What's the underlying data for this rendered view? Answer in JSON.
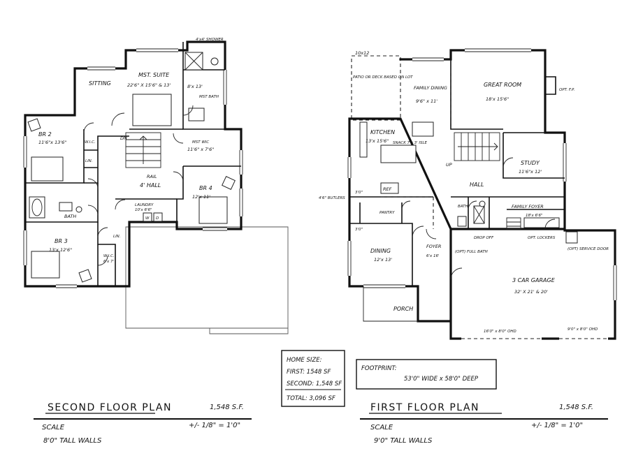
{
  "second_floor": {
    "rooms": {
      "sitting": "SITTING",
      "mst_suite": "MST. SUITE",
      "mst_suite_dim": "22'6\" X 15'6\" & 13'",
      "shower": "4'x4' SHOWER",
      "mst_bath_dim": "8'x 13'",
      "mst_bath": "MST BATH",
      "mst_wic_dim": "11'6\" x 7'6\"",
      "mst_wic": "MST WIC",
      "br2": "BR 2",
      "br2_dim": "11'6\"x 13'6\"",
      "wic_small": "W.I.C.",
      "lin": "LIN.",
      "dn": "DN",
      "rail": "RAIL",
      "hall": "4' HALL",
      "br4": "BR 4",
      "br4_dim": "12'x 11'",
      "bath": "BATH",
      "laundry": "LAUNDRY",
      "laundry_dim": "10'x 6'6\"",
      "w": "W",
      "d": "D",
      "br3": "BR 3",
      "br3_dim": "13'x 12'6\"",
      "lin2": "LIN.",
      "wic3": "W.I.C.",
      "wic3_dim": "6'x 7'"
    },
    "title": "SECOND FLOOR PLAN",
    "area": "1,548 S.F.",
    "scale_label": "SCALE",
    "scale_value": "+/- 1/8\" = 1'0\"",
    "walls_note": "8'0\" TALL WALLS"
  },
  "first_floor": {
    "rooms": {
      "deck_dim": "10x12",
      "deck": "PATIO OR DECK BASED ON LOT",
      "family_dining": "FAMILY DINING",
      "family_dining_dim": "9'6\" x 11'",
      "great_room": "GREAT ROOM",
      "great_room_dim": "18'x 15'6\"",
      "fireplace": "OPT. F.P.",
      "kitchen": "KITCHEN",
      "kitchen_dim": "13'x 15'6\"",
      "snack": "SNACK 7'x 3' ISLE",
      "study": "STUDY",
      "study_dim": "11'6\"x 12'",
      "hall": "HALL",
      "up": "UP",
      "ref": "REF",
      "pantry": "PANTRY",
      "butlers": "4'6\" BUTLERS",
      "dining": "DINING",
      "dining_dim": "12'x 13'",
      "foyer": "FOYER",
      "foyer_dim": "6'x 16'",
      "full_bath": "(OPT) FULL BATH",
      "bath": "BATH",
      "drop_off": "DROP OFF",
      "family_foyer": "FAMILY FOYER",
      "family_foyer_dim": "18'x 6'6\"",
      "lockers": "OPT. LOCKERS",
      "service_door": "(OPT) SERVICE DOOR",
      "garage": "3 CAR GARAGE",
      "garage_dim": "32' X 21' & 20'",
      "door_a": "16'0\" x 8'0\" OHD",
      "door_b": "9'0\" x 8'0\" OHD",
      "porch": "PORCH",
      "dim_a": "3'0\"",
      "dim_b": "3'0\""
    },
    "title": "FIRST FLOOR PLAN",
    "area": "1,548 S.F.",
    "scale_label": "SCALE",
    "scale_value": "+/- 1/8\" = 1'0\"",
    "walls_note": "9'0\" TALL WALLS"
  },
  "home_size": {
    "heading": "HOME SIZE:",
    "first": "FIRST: 1548 SF",
    "second": "SECOND: 1,548 SF",
    "total": "TOTAL: 3,096 SF"
  },
  "footprint": {
    "label": "FOOTPRINT:",
    "value": "53'0\" WIDE x 58'0\" DEEP"
  }
}
